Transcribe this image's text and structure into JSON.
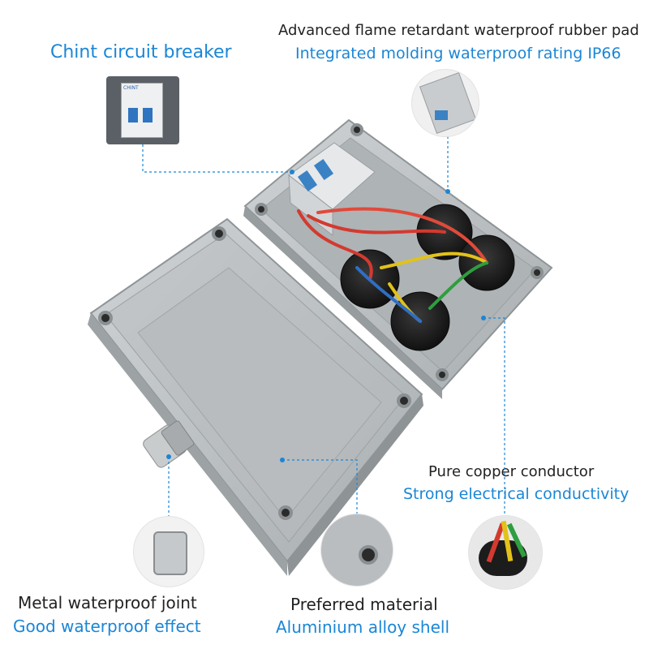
{
  "callouts": {
    "breaker": {
      "line1": "Chint circuit breaker"
    },
    "rubber_pad": {
      "line1": "Advanced flame retardant waterproof rubber pad",
      "line2": "Integrated molding waterproof rating IP66"
    },
    "conductor": {
      "line1": "Pure copper conductor",
      "line2": "Strong electrical conductivity"
    },
    "joint": {
      "line1": "Metal waterproof joint",
      "line2": "Good waterproof effect"
    },
    "material": {
      "line1": "Preferred material",
      "line2": "Aluminium alloy shell"
    }
  },
  "breaker_brand": "CHINT",
  "colors": {
    "accent_blue": "#1a86d6",
    "text_dark": "#222222",
    "shell": "#b9bdc0",
    "socket": "#1c1c1c"
  }
}
